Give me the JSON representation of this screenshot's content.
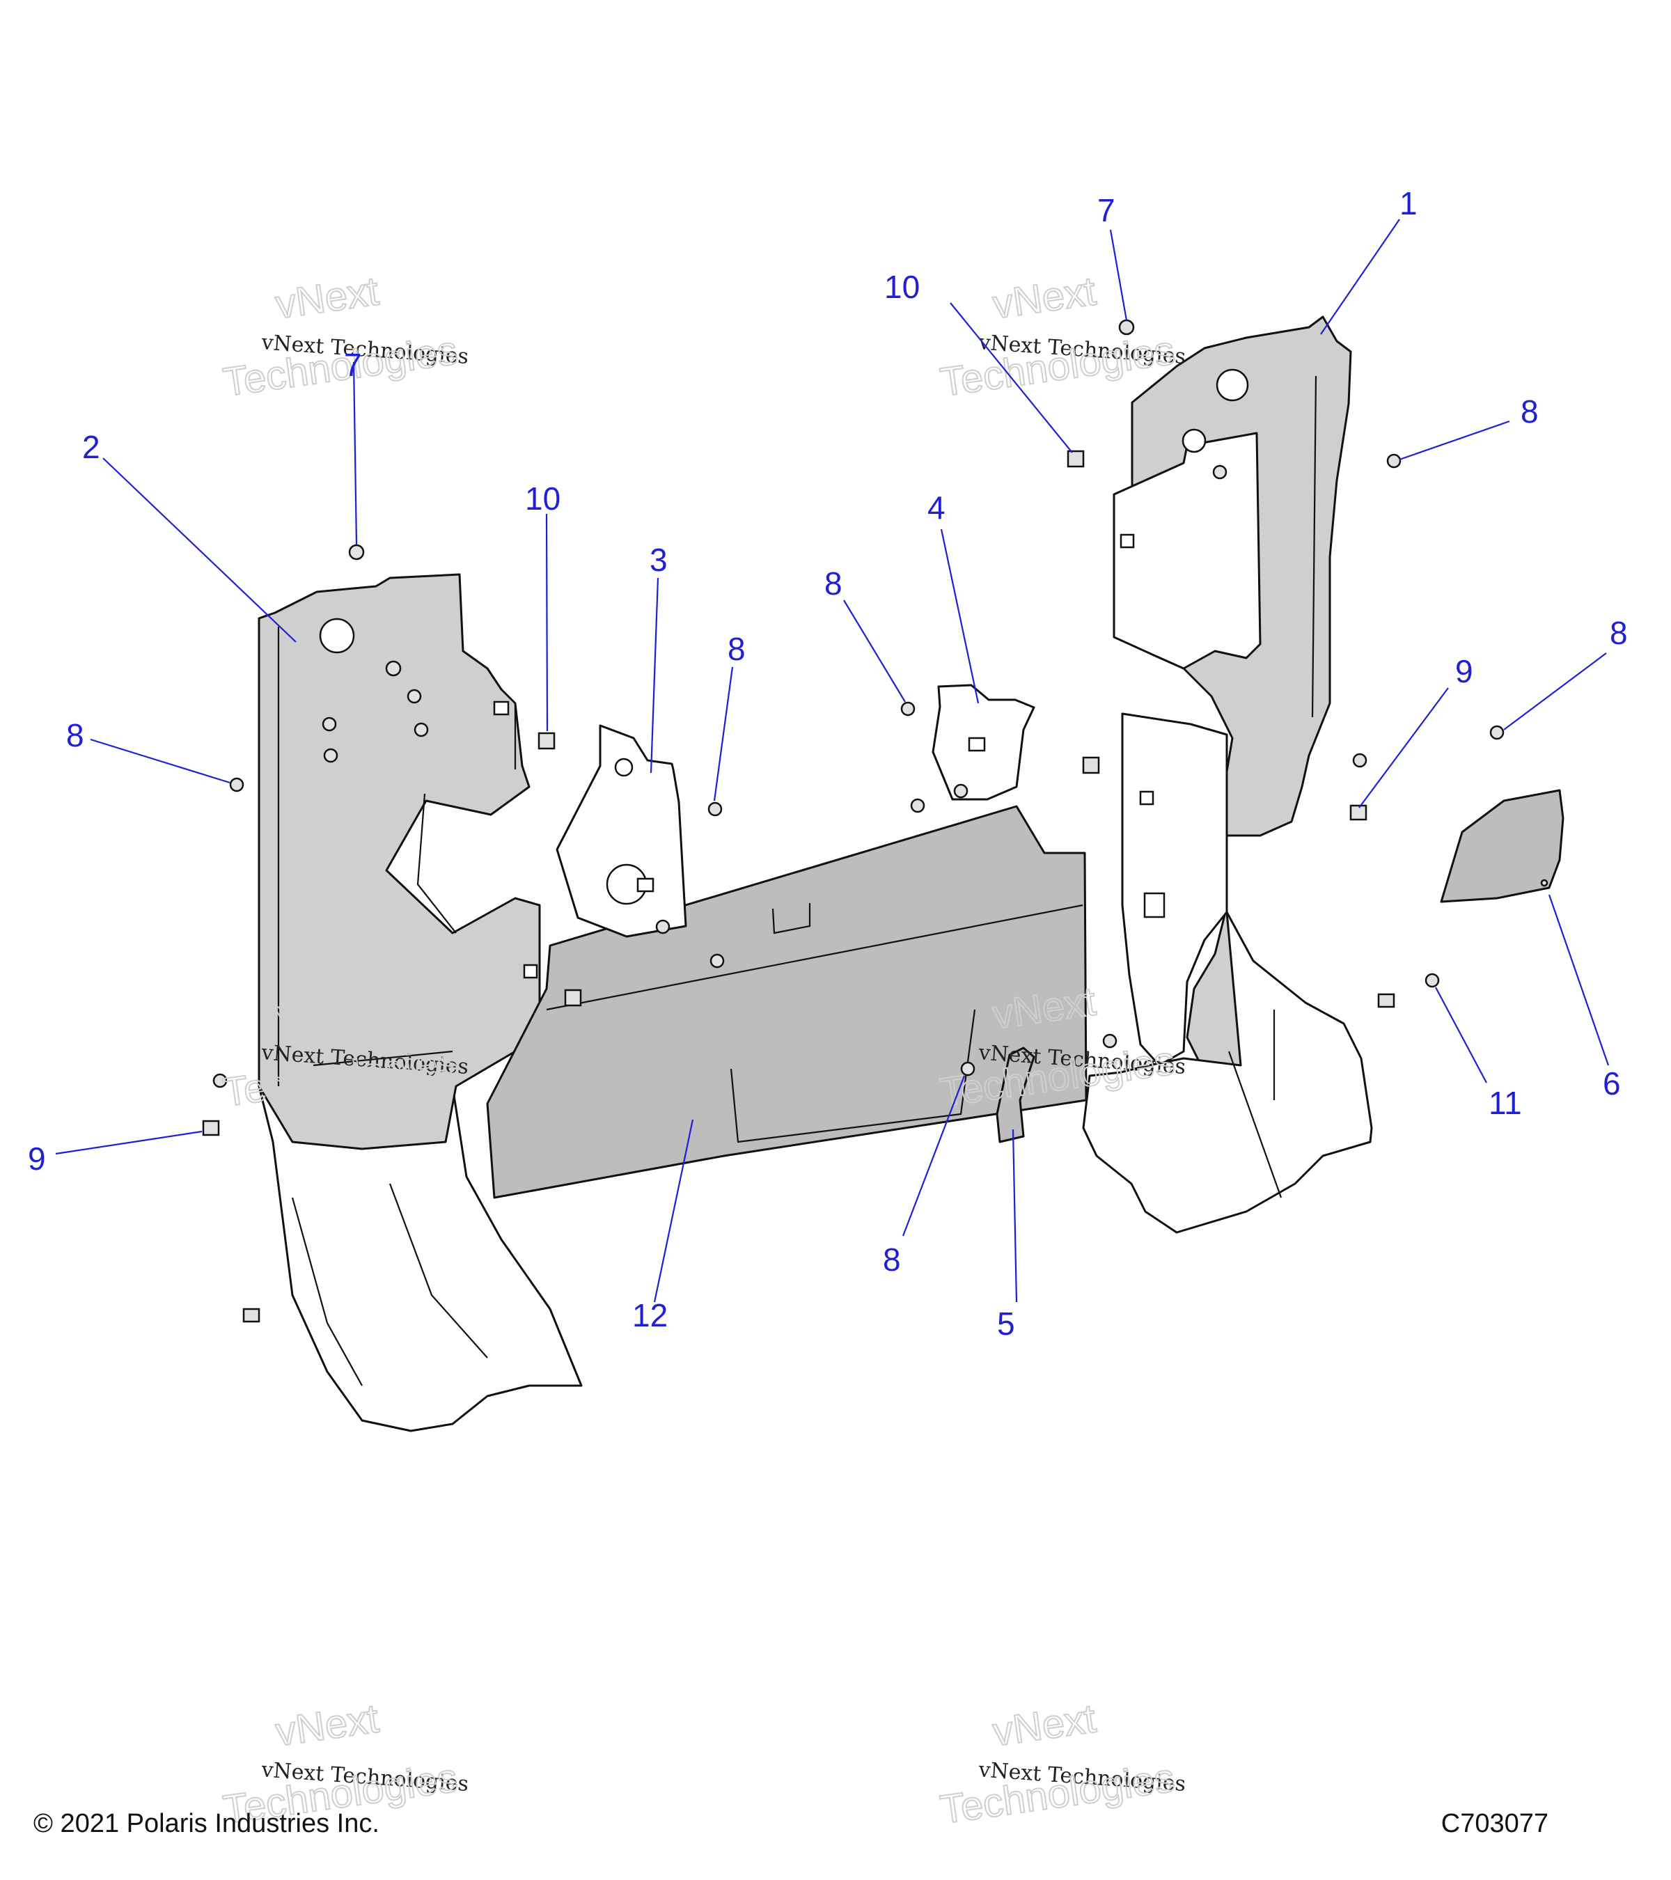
{
  "footer": {
    "copyright": "© 2021 Polaris Industries Inc.",
    "drawing_number": "C703077"
  },
  "watermark": {
    "line1": "vNext",
    "line2": "vNext Technologies",
    "line3": "Technologies"
  },
  "callouts": [
    {
      "id": "c1",
      "label": "1"
    },
    {
      "id": "c2",
      "label": "2"
    },
    {
      "id": "c3",
      "label": "3"
    },
    {
      "id": "c4",
      "label": "4"
    },
    {
      "id": "c5",
      "label": "5"
    },
    {
      "id": "c6",
      "label": "6"
    },
    {
      "id": "c7a",
      "label": "7"
    },
    {
      "id": "c7b",
      "label": "7"
    },
    {
      "id": "c8a",
      "label": "8"
    },
    {
      "id": "c8b",
      "label": "8"
    },
    {
      "id": "c8c",
      "label": "8"
    },
    {
      "id": "c8d",
      "label": "8"
    },
    {
      "id": "c8e",
      "label": "8"
    },
    {
      "id": "c8f",
      "label": "8"
    },
    {
      "id": "c9a",
      "label": "9"
    },
    {
      "id": "c9b",
      "label": "9"
    },
    {
      "id": "c10a",
      "label": "10"
    },
    {
      "id": "c10b",
      "label": "10"
    },
    {
      "id": "c11",
      "label": "11"
    },
    {
      "id": "c12",
      "label": "12"
    }
  ]
}
